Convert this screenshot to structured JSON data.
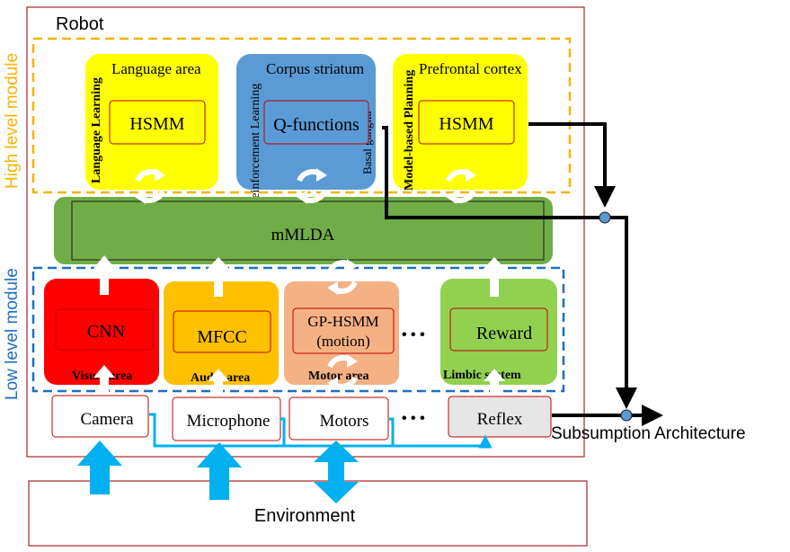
{
  "robot": {
    "label": "Robot"
  },
  "high_level": {
    "label": "High level  module"
  },
  "low_level": {
    "label": "Low level module"
  },
  "areas": {
    "language": {
      "title": "Language  area",
      "side": "Language Learning",
      "inner": "HSMM"
    },
    "corpus": {
      "title": "Corpus striatum",
      "side": "Reinforcement Learning",
      "side2": "Basal ganglia",
      "inner": "Q-functions"
    },
    "prefrontal": {
      "title": "Prefrontal cortex",
      "side": "Model-based Planning",
      "inner": "HSMM"
    }
  },
  "mmlda": {
    "label": "mMLDA"
  },
  "low_modules": {
    "visual": {
      "inner": "CNN",
      "caption": "Visual area"
    },
    "audio": {
      "inner": "MFCC",
      "caption": "Audio area"
    },
    "motor": {
      "inner_line1": "GP-HSMM",
      "inner_line2": "(motion)",
      "caption": "Motor area"
    },
    "limbic": {
      "inner": "Reward",
      "caption": "Limbic system"
    }
  },
  "ellipsis": "• • •",
  "sensors": {
    "camera": "Camera",
    "microphone": "Microphone",
    "motors": "Motors",
    "reflex": "Reflex"
  },
  "subsumption": {
    "label": "Subsumption Architecture"
  },
  "environment": {
    "label": "Environment"
  },
  "colors": {
    "robot_border": "#a8232a",
    "high_dash": "#f5b400",
    "low_dash": "#1f6fc0",
    "yellow": "#ffff00",
    "blue_area": "#5b9bd5",
    "green_mmlda": "#70ad47",
    "red": "#ff0000",
    "orange": "#ffc000",
    "salmon": "#f4b183",
    "lime": "#92d050",
    "cyan_arrow": "#00b0f0"
  }
}
